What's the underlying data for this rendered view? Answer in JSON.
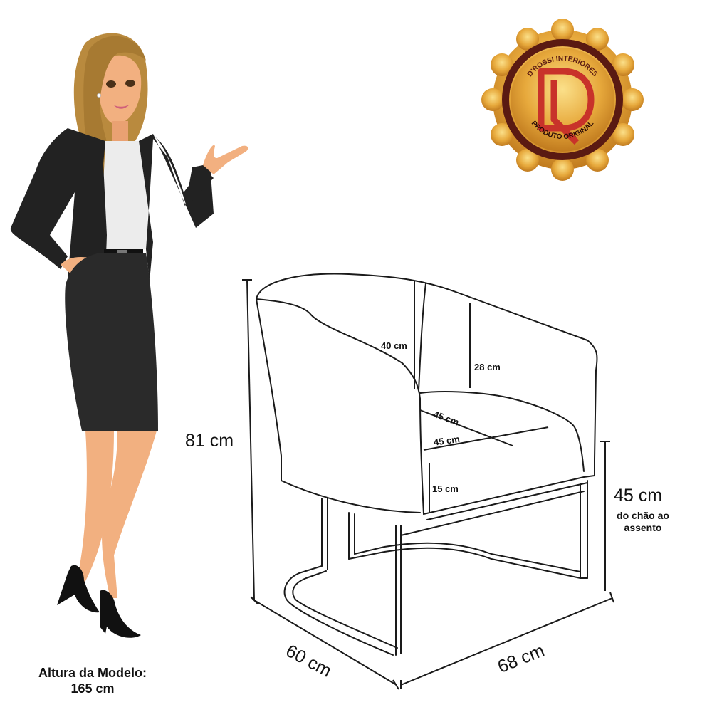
{
  "badge": {
    "brand_text": "D'ROSSI INTERIORES",
    "bottom_text": "PRODUTO ORIGINAL",
    "monogram": "DR",
    "colors": {
      "gold": "#e7a93c",
      "gold_light": "#f8d27a",
      "ring": "#5a1a12",
      "monogram": "#c8322a"
    }
  },
  "model": {
    "caption_line1": "Altura da Modelo:",
    "caption_line2": "165 cm",
    "colors": {
      "hair": "#b98a3e",
      "skin": "#f2b080",
      "jacket": "#222222",
      "shirt": "#ececec",
      "skirt": "#2a2a2a"
    }
  },
  "dimensions": {
    "total_height": "81 cm",
    "depth": "60 cm",
    "width": "68 cm",
    "seat_height": "45 cm",
    "seat_height_note_line1": "do chão ao",
    "seat_height_note_line2": "assento",
    "backrest_height": "40 cm",
    "armrest_height": "28 cm",
    "seat_depth": "45 cm",
    "seat_width": "45 cm",
    "cushion_thickness": "15 cm"
  }
}
